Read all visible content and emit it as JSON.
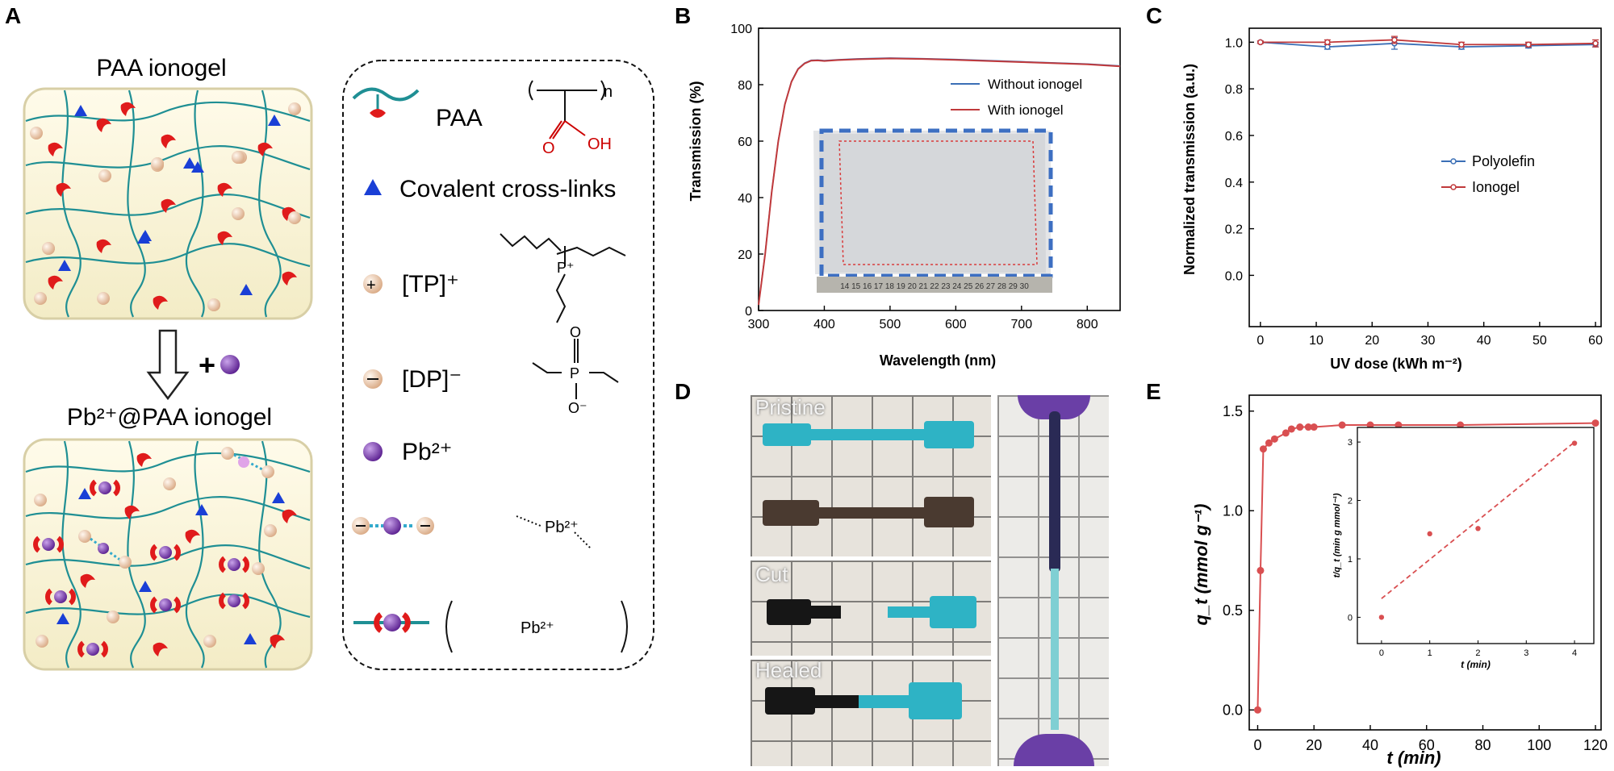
{
  "panels": {
    "A": "A",
    "B": "B",
    "C": "C",
    "D": "D",
    "E": "E"
  },
  "panelA": {
    "title_top": "PAA ionogel",
    "title_bottom": "Pb²⁺@PAA ionogel",
    "plus_text": "+",
    "legend": {
      "paa": "PAA",
      "crosslinks": "Covalent cross-links",
      "tp": "[TP]⁺",
      "dp": "[DP]⁻",
      "pb": "Pb²⁺",
      "chem_n": "n",
      "chem_o": "O",
      "chem_oh": "OH",
      "chem_p_plus": "P⁺",
      "chem_p": "P",
      "chem_o_minus": "O⁻",
      "chem_pb": "Pb²⁺"
    },
    "colors": {
      "gel": "#fbf6dc",
      "network": "#1f8f94",
      "crosslink": "#1a3fd6",
      "paa": "#e01b1b",
      "pb": "#6a2fa0",
      "ion": "#e8c9a8"
    }
  },
  "panelD": {
    "labels": {
      "pristine": "Pristine",
      "cut": "Cut",
      "healed": "Healed"
    }
  },
  "chart_data": [
    {
      "id": "B",
      "type": "line",
      "xlabel": "Wavelength (nm)",
      "ylabel": "Transmission (%)",
      "xlim": [
        300,
        850
      ],
      "ylim": [
        0,
        100
      ],
      "xticks": [
        300,
        400,
        500,
        600,
        700,
        800
      ],
      "yticks": [
        0,
        20,
        40,
        60,
        80,
        100
      ],
      "legend_position": "top-right",
      "series": [
        {
          "name": "Without ionogel",
          "color": "#3b6fb6",
          "x": [
            300,
            310,
            320,
            330,
            340,
            350,
            360,
            370,
            380,
            390,
            400,
            420,
            450,
            500,
            550,
            600,
            650,
            700,
            750,
            800,
            850
          ],
          "y": [
            2,
            20,
            42,
            60,
            73,
            81,
            85.5,
            87.5,
            88.5,
            88.6,
            88.4,
            88.7,
            89,
            89.3,
            89.1,
            88.8,
            88.4,
            88,
            87.6,
            87.2,
            86.5
          ]
        },
        {
          "name": "With ionogel",
          "color": "#c0393b",
          "x": [
            300,
            310,
            320,
            330,
            340,
            350,
            360,
            370,
            380,
            390,
            400,
            420,
            450,
            500,
            550,
            600,
            650,
            700,
            750,
            800,
            850
          ],
          "y": [
            2,
            20,
            42,
            60,
            73,
            81,
            85.5,
            87.5,
            88.5,
            88.6,
            88.4,
            88.7,
            89,
            89.3,
            89.1,
            88.8,
            88.4,
            88,
            87.6,
            87.2,
            86.5
          ]
        }
      ],
      "inset_ruler_text": "14 15 16 17 18 19 20 21 22 23 24 25 26 27 28 29 30"
    },
    {
      "id": "C",
      "type": "line",
      "xlabel": "UV dose (kWh m⁻²)",
      "ylabel": "Normalized transmission (a.u.)",
      "xlim": [
        -2,
        61
      ],
      "ylim": [
        -0.22,
        1.06
      ],
      "xticks": [
        0,
        10,
        20,
        30,
        40,
        50,
        60
      ],
      "yticks": [
        0.0,
        0.2,
        0.4,
        0.6,
        0.8,
        1.0
      ],
      "legend_position": "center-right",
      "series": [
        {
          "name": "Polyolefin",
          "color": "#3b6fb6",
          "x": [
            0,
            12,
            24,
            36,
            48,
            60
          ],
          "y": [
            1.0,
            0.98,
            0.995,
            0.98,
            0.985,
            0.99
          ],
          "err": [
            0.005,
            0.01,
            0.025,
            0.01,
            0.01,
            0.01
          ]
        },
        {
          "name": "Ionogel",
          "color": "#c0393b",
          "x": [
            0,
            12,
            24,
            36,
            48,
            60
          ],
          "y": [
            1.0,
            1.0,
            1.01,
            0.99,
            0.99,
            0.995
          ],
          "err": [
            0.005,
            0.01,
            0.015,
            0.01,
            0.01,
            0.015
          ]
        }
      ]
    },
    {
      "id": "E",
      "type": "line",
      "xlabel": "t (min)",
      "ylabel": "q_t (mmol g⁻¹)",
      "xlim": [
        -3,
        122
      ],
      "ylim": [
        -0.1,
        1.58
      ],
      "xticks": [
        0,
        20,
        40,
        60,
        80,
        100,
        120
      ],
      "yticks": [
        0.0,
        0.5,
        1.0,
        1.5
      ],
      "series": [
        {
          "name": "",
          "color": "#d94f51",
          "x": [
            0,
            1,
            2,
            4,
            6,
            10,
            12,
            15,
            18,
            20,
            30,
            40,
            50,
            72,
            120
          ],
          "y": [
            0.0,
            0.7,
            1.31,
            1.34,
            1.36,
            1.39,
            1.41,
            1.42,
            1.42,
            1.42,
            1.43,
            1.43,
            1.43,
            1.43,
            1.44
          ]
        }
      ],
      "inset": {
        "type": "scatter",
        "xlabel": "t (min)",
        "ylabel": "t/q_t (min g mmol⁻¹)",
        "xlim": [
          -0.5,
          4.4
        ],
        "ylim": [
          -0.45,
          3.25
        ],
        "xticks": [
          0,
          1,
          2,
          3,
          4
        ],
        "yticks": [
          0,
          1,
          2,
          3
        ],
        "points": {
          "x": [
            0,
            1,
            2,
            4
          ],
          "y": [
            0,
            1.43,
            1.52,
            2.98
          ]
        },
        "fit_line": {
          "x": [
            0,
            4
          ],
          "y": [
            0.32,
            3.0
          ]
        }
      }
    }
  ]
}
